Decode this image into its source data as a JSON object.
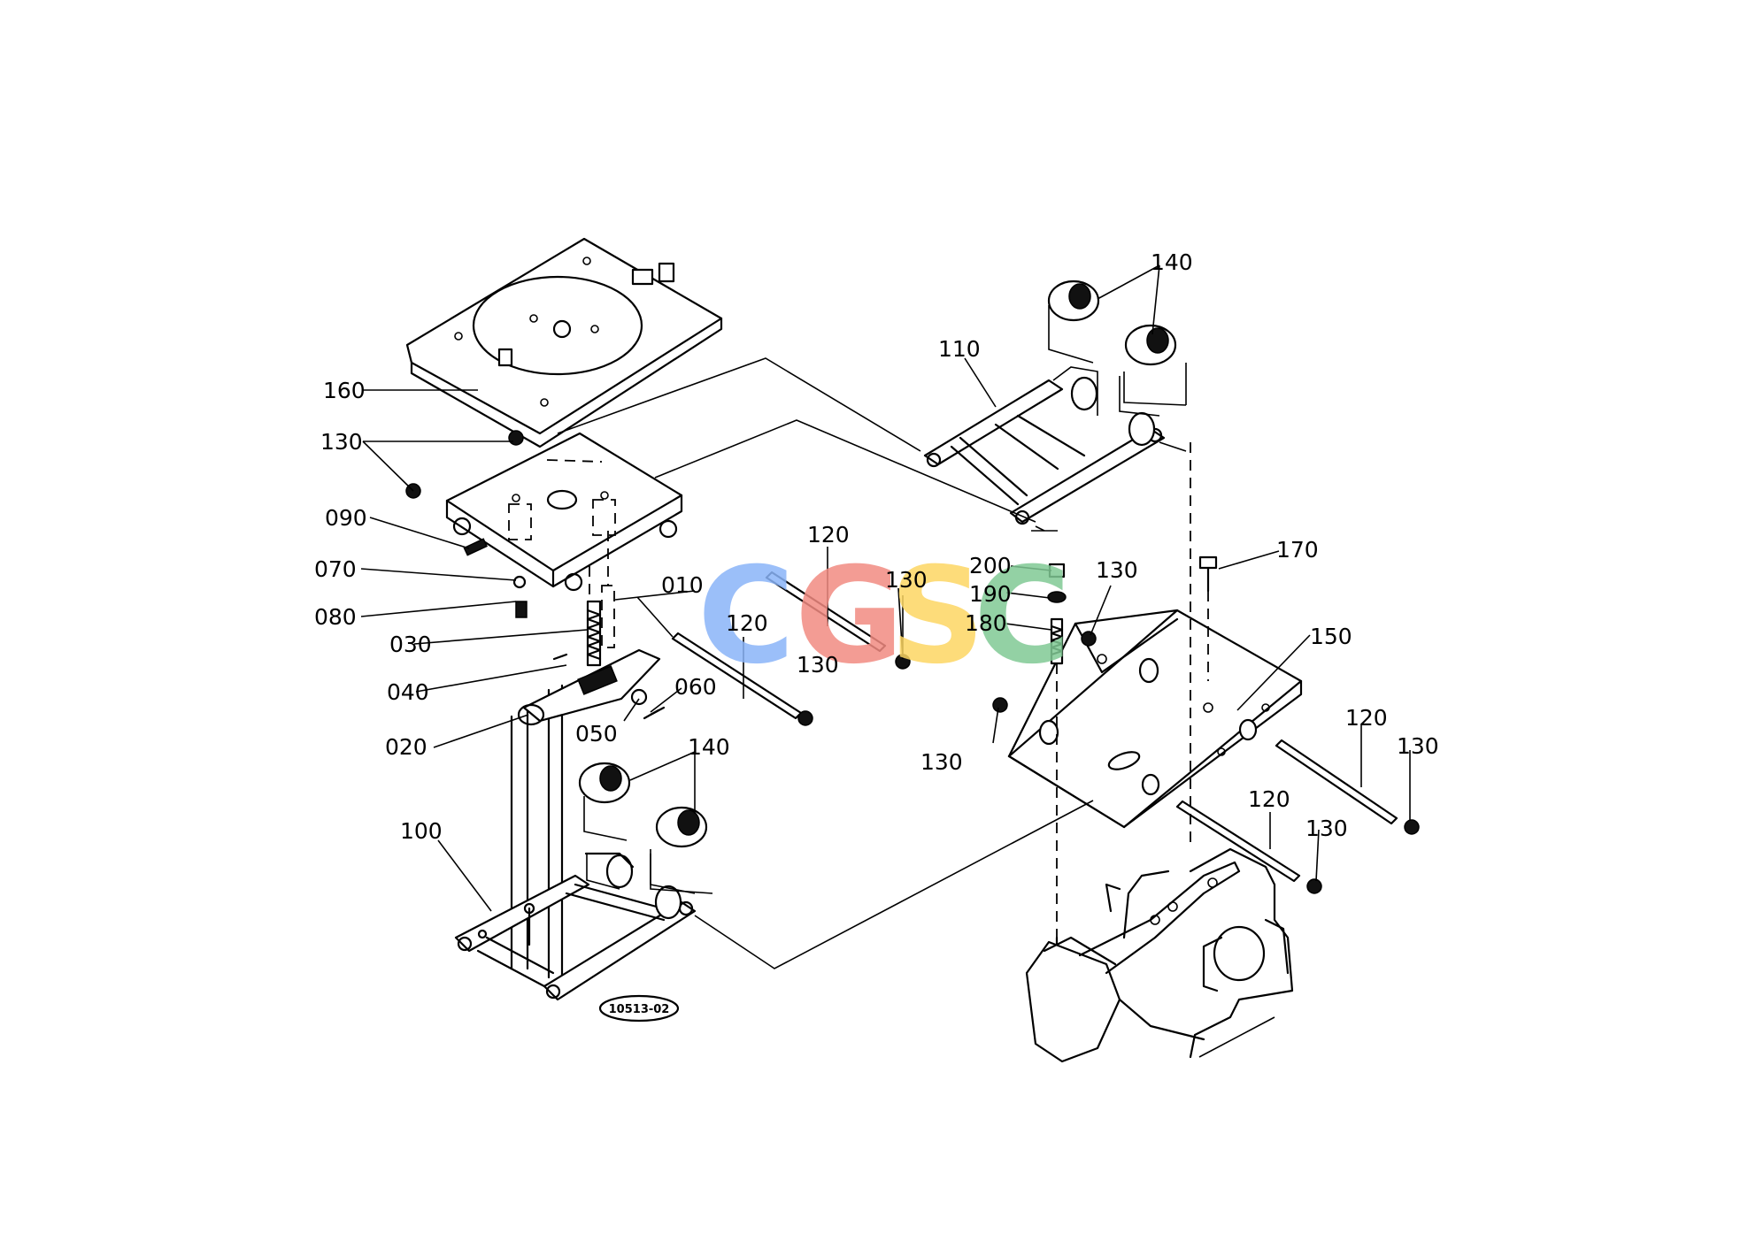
{
  "callouts": {
    "c010": "010",
    "c020": "020",
    "c030": "030",
    "c040": "040",
    "c050": "050",
    "c060": "060",
    "c070": "070",
    "c080": "080",
    "c090": "090",
    "c100": "100",
    "c110": "110",
    "c120": "120",
    "c130": "130",
    "c140": "140",
    "c150": "150",
    "c160": "160",
    "c170": "170",
    "c180": "180",
    "c190": "190",
    "c200": "200"
  },
  "figure_ref": "10513-02",
  "watermark": {
    "letters": [
      "C",
      "G",
      "S",
      "C"
    ],
    "colors": [
      "#8ab4f8",
      "#f28b82",
      "#fdd663",
      "#81c995"
    ]
  }
}
